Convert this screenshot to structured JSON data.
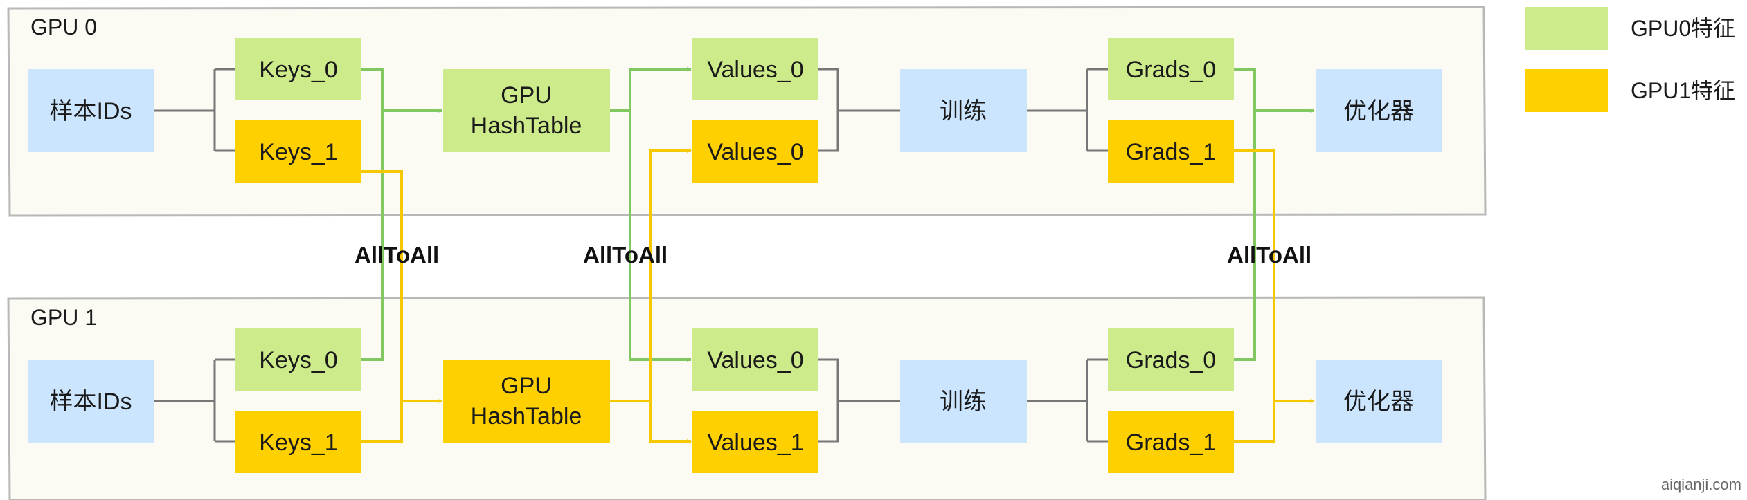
{
  "colors": {
    "gpu0_feature": "#cdeb8b",
    "gpu1_feature": "#ffd000",
    "process_node": "#cce5ff",
    "gray_line": "#777777",
    "green_arrow": "#82c860",
    "yellow_arrow": "#f6c800",
    "panel_fill": "#fbfaf3",
    "panel_border": "#b8b8b8"
  },
  "panels": [
    {
      "id": "gpu0",
      "title": "GPU 0"
    },
    {
      "id": "gpu1",
      "title": "GPU 1"
    }
  ],
  "nodes": {
    "gpu0": {
      "ids": "样本IDs",
      "keys_0": "Keys_0",
      "keys_1": "Keys_1",
      "hashtable": [
        "GPU",
        "HashTable"
      ],
      "values_0_a": "Values_0",
      "values_0_b": "Values_0",
      "train": "训练",
      "grads_0": "Grads_0",
      "grads_1": "Grads_1",
      "optimizer": "优化器"
    },
    "gpu1": {
      "ids": "样本IDs",
      "keys_0": "Keys_0",
      "keys_1": "Keys_1",
      "hashtable": [
        "GPU",
        "HashTable"
      ],
      "values_0": "Values_0",
      "values_1": "Values_1",
      "train": "训练",
      "grads_0": "Grads_0",
      "grads_1": "Grads_1",
      "optimizer": "优化器"
    }
  },
  "edge_labels": [
    "AllToAll",
    "AllToAll",
    "AllToAll"
  ],
  "legend": [
    {
      "label": "GPU0特征",
      "color": "#cdeb8b"
    },
    {
      "label": "GPU1特征",
      "color": "#ffd000"
    }
  ],
  "watermark": "aiqianji.com"
}
